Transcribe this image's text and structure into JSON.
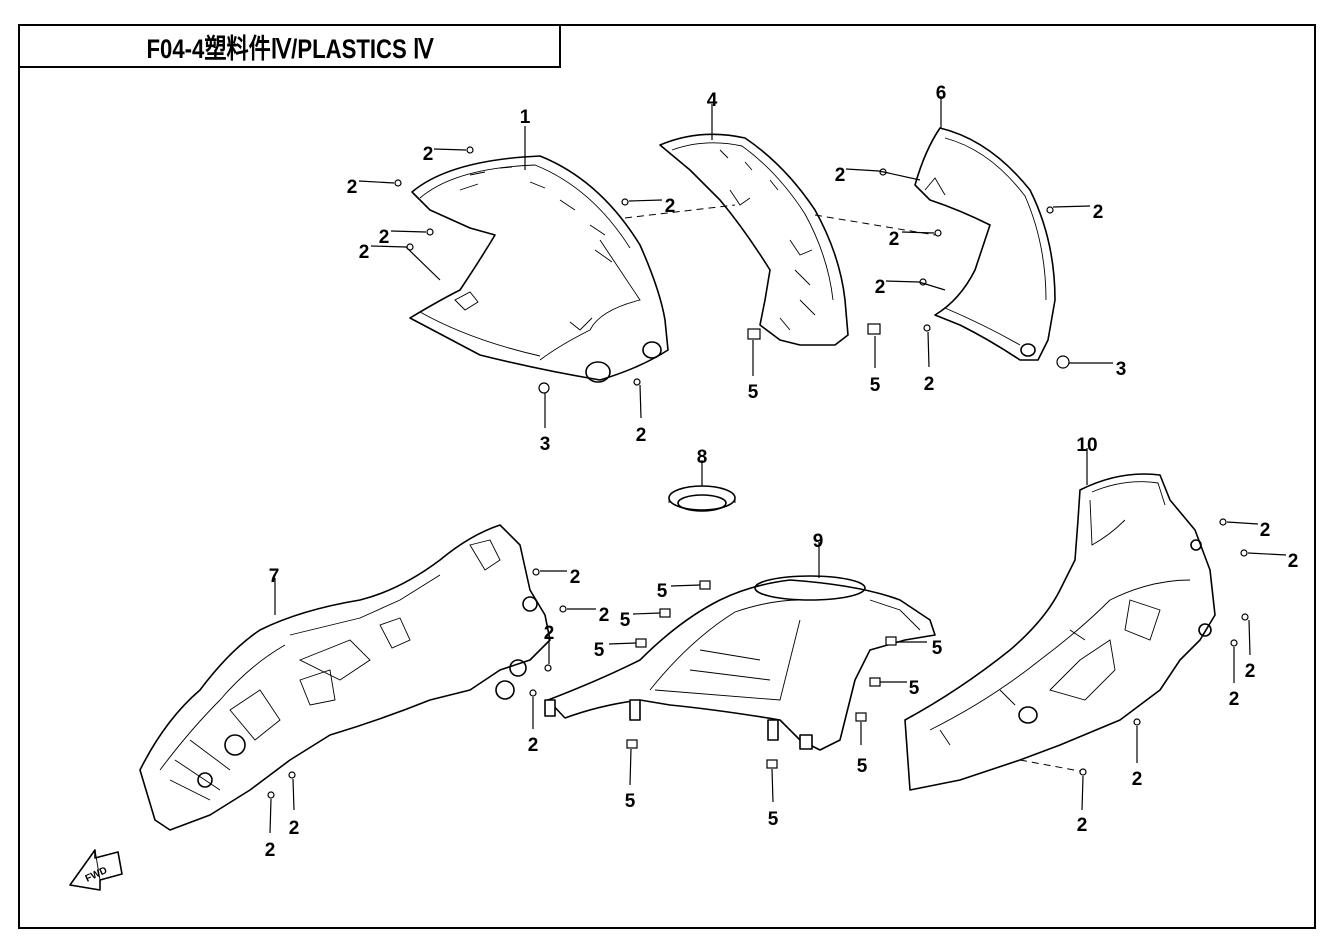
{
  "title": "F04-4塑料件Ⅳ/PLASTICS Ⅳ",
  "fwd_label": "FWD",
  "callouts": [
    {
      "label": "1"
    },
    {
      "label": "2"
    },
    {
      "label": "2"
    },
    {
      "label": "2"
    },
    {
      "label": "2"
    },
    {
      "label": "2"
    },
    {
      "label": "3"
    },
    {
      "label": "2"
    },
    {
      "label": "4"
    },
    {
      "label": "5"
    },
    {
      "label": "5"
    },
    {
      "label": "6"
    },
    {
      "label": "2"
    },
    {
      "label": "2"
    },
    {
      "label": "2"
    },
    {
      "label": "2"
    },
    {
      "label": "2"
    },
    {
      "label": "3"
    },
    {
      "label": "8"
    },
    {
      "label": "7"
    },
    {
      "label": "2"
    },
    {
      "label": "2"
    },
    {
      "label": "2"
    },
    {
      "label": "2"
    },
    {
      "label": "2"
    },
    {
      "label": "2"
    },
    {
      "label": "9"
    },
    {
      "label": "5"
    },
    {
      "label": "5"
    },
    {
      "label": "5"
    },
    {
      "label": "5"
    },
    {
      "label": "5"
    },
    {
      "label": "5"
    },
    {
      "label": "5"
    },
    {
      "label": "5"
    },
    {
      "label": "10"
    },
    {
      "label": "2"
    },
    {
      "label": "2"
    },
    {
      "label": "2"
    },
    {
      "label": "2"
    },
    {
      "label": "2"
    },
    {
      "label": "2"
    }
  ]
}
